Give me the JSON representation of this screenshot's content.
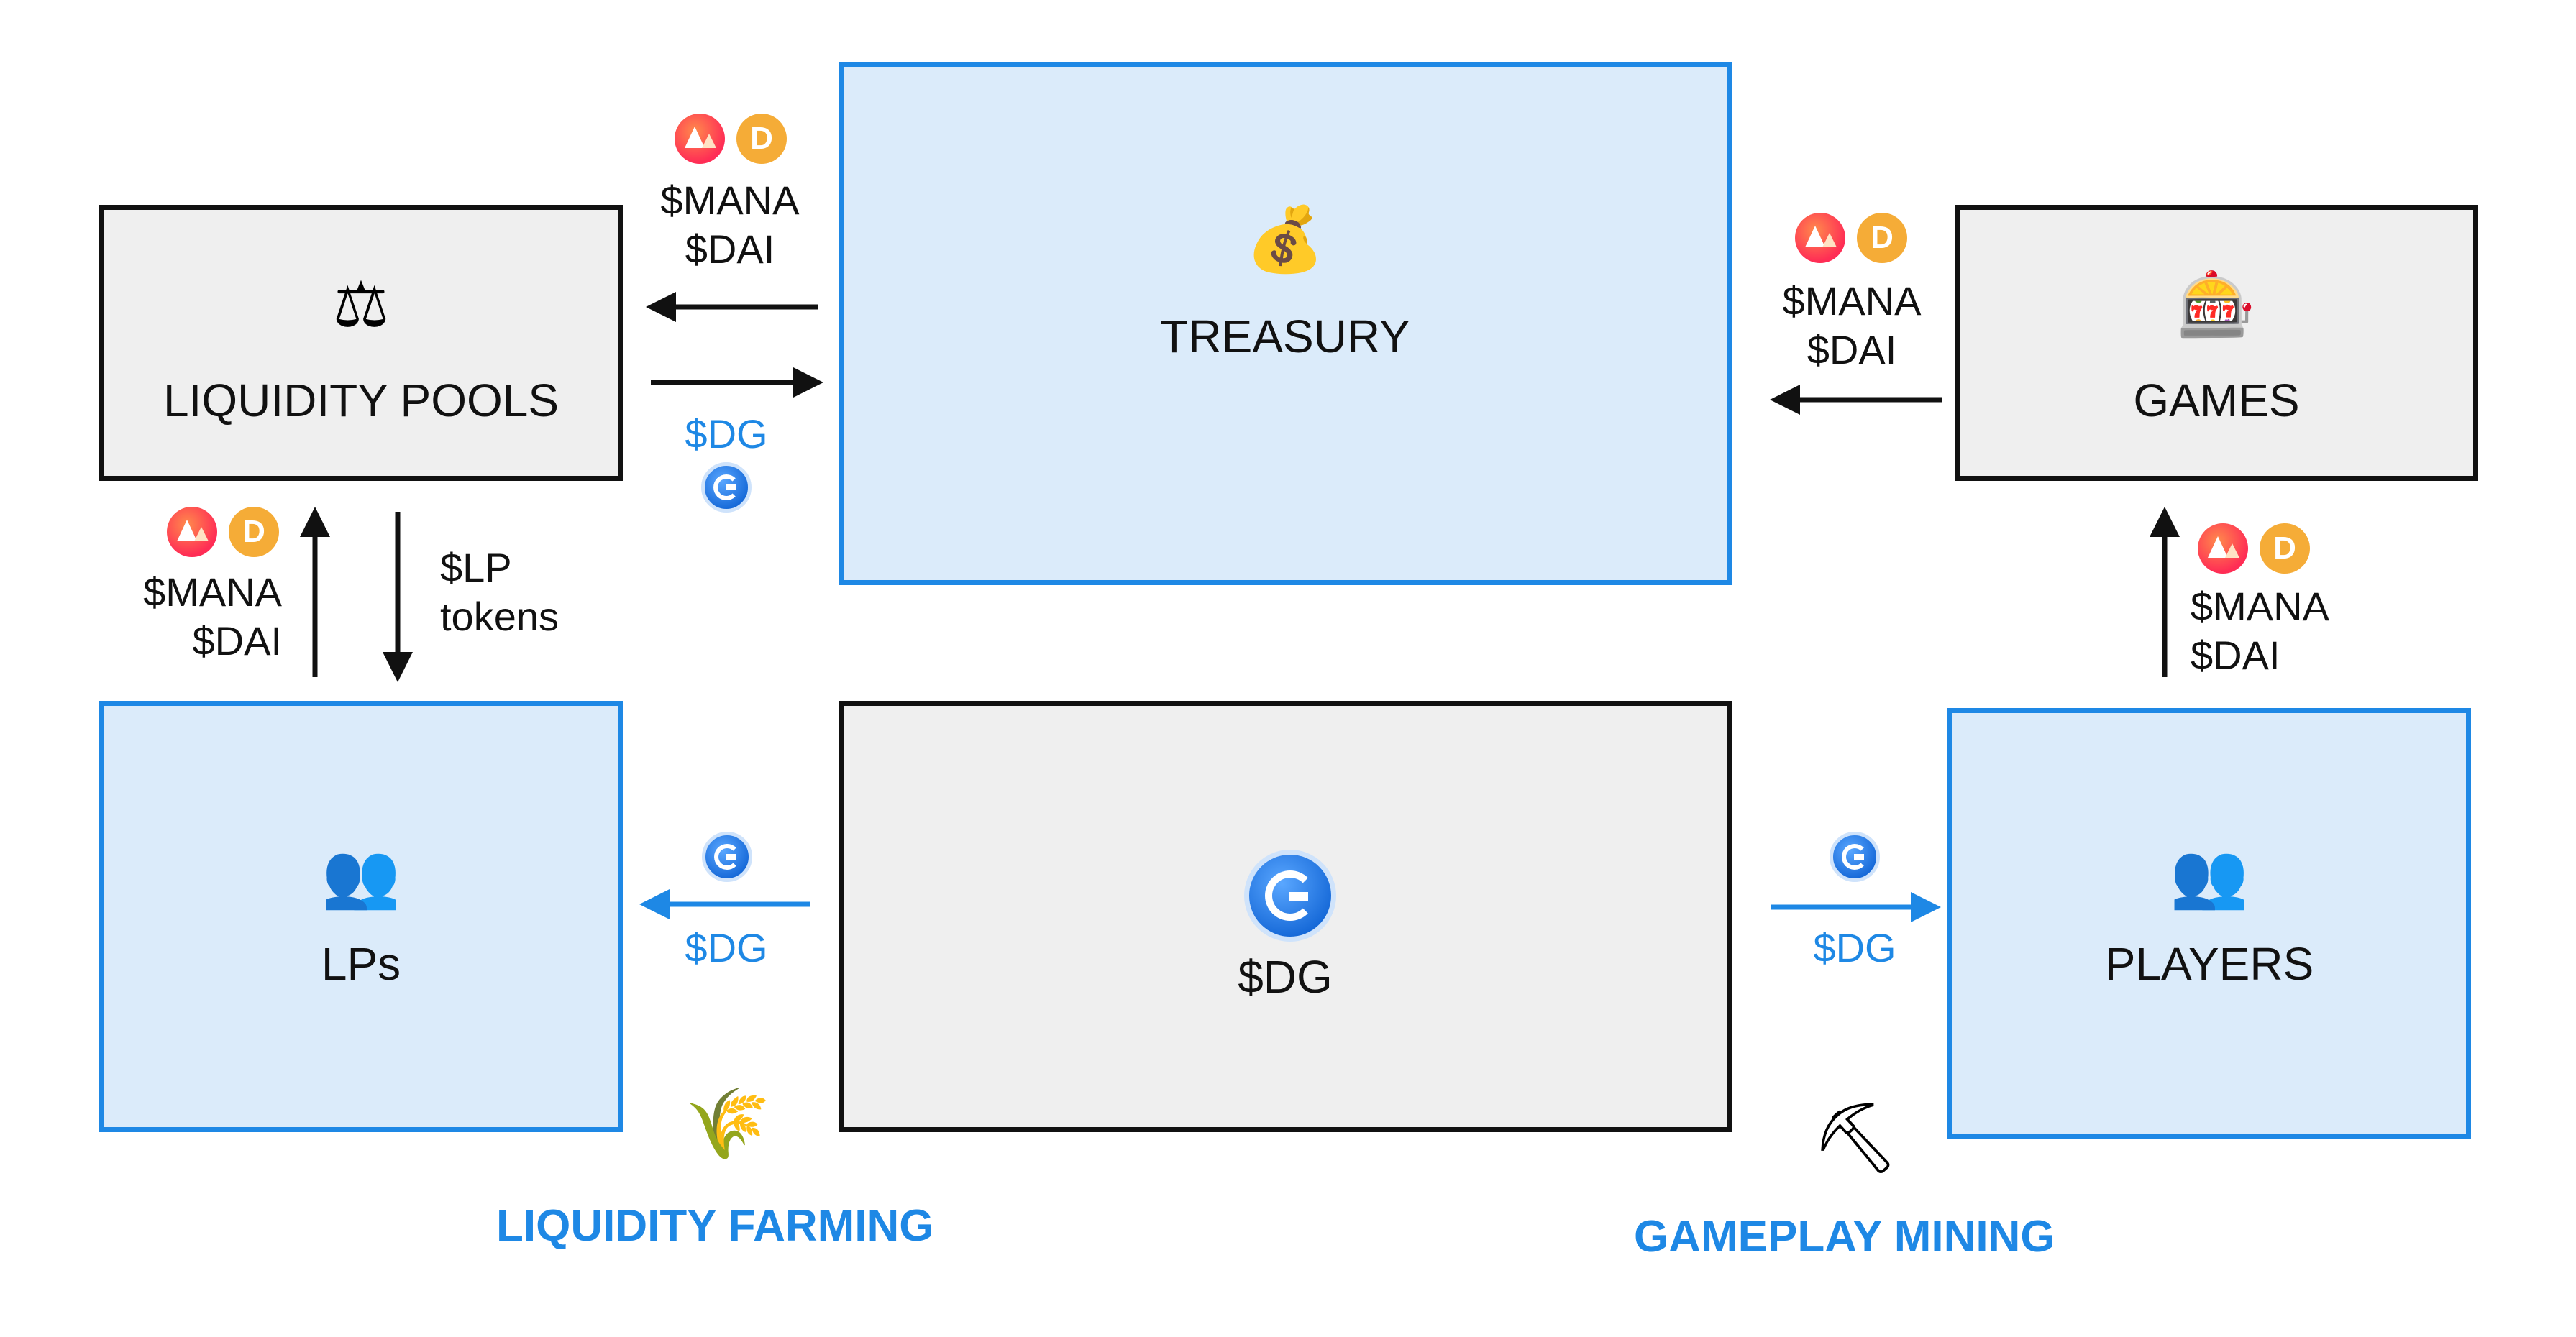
{
  "boxes": {
    "treasury": {
      "label": "TREASURY",
      "icon": "money-bag-icon"
    },
    "liquidity_pools": {
      "label": "LIQUIDITY POOLS",
      "icon": "balance-scale-icon"
    },
    "games": {
      "label": "GAMES",
      "icon": "slot-machine-icon"
    },
    "lps": {
      "label": "LPs",
      "icon": "users-icon"
    },
    "dg": {
      "label": "$DG",
      "icon": "dg-token-icon"
    },
    "players": {
      "label": "PLAYERS",
      "icon": "users-icon"
    }
  },
  "flows": {
    "treasury_to_pools": {
      "line1": "$MANA",
      "line2": "$DAI"
    },
    "pools_to_treasury": {
      "label": "$DG"
    },
    "games_to_treasury": {
      "line1": "$MANA",
      "line2": "$DAI"
    },
    "lps_to_pools": {
      "line1": "$MANA",
      "line2": "$DAI"
    },
    "pools_to_lps": {
      "line1": "$LP",
      "line2": "tokens"
    },
    "players_to_games": {
      "line1": "$MANA",
      "line2": "$DAI"
    },
    "dg_to_lps": {
      "label": "$DG"
    },
    "dg_to_players": {
      "label": "$DG"
    }
  },
  "sections": {
    "liquidity_farming": {
      "label": "LIQUIDITY FARMING",
      "icon": "rice-plant-icon"
    },
    "gameplay_mining": {
      "label": "GAMEPLAY MINING",
      "icon": "pickaxe-icon"
    }
  },
  "colors": {
    "accent_blue": "#1e88e5",
    "blue_fill": "#dbebfa",
    "gray_fill": "#efefef",
    "border_black": "#111111",
    "mana_token": "#ff2d55",
    "dai_token": "#f5ac37"
  }
}
